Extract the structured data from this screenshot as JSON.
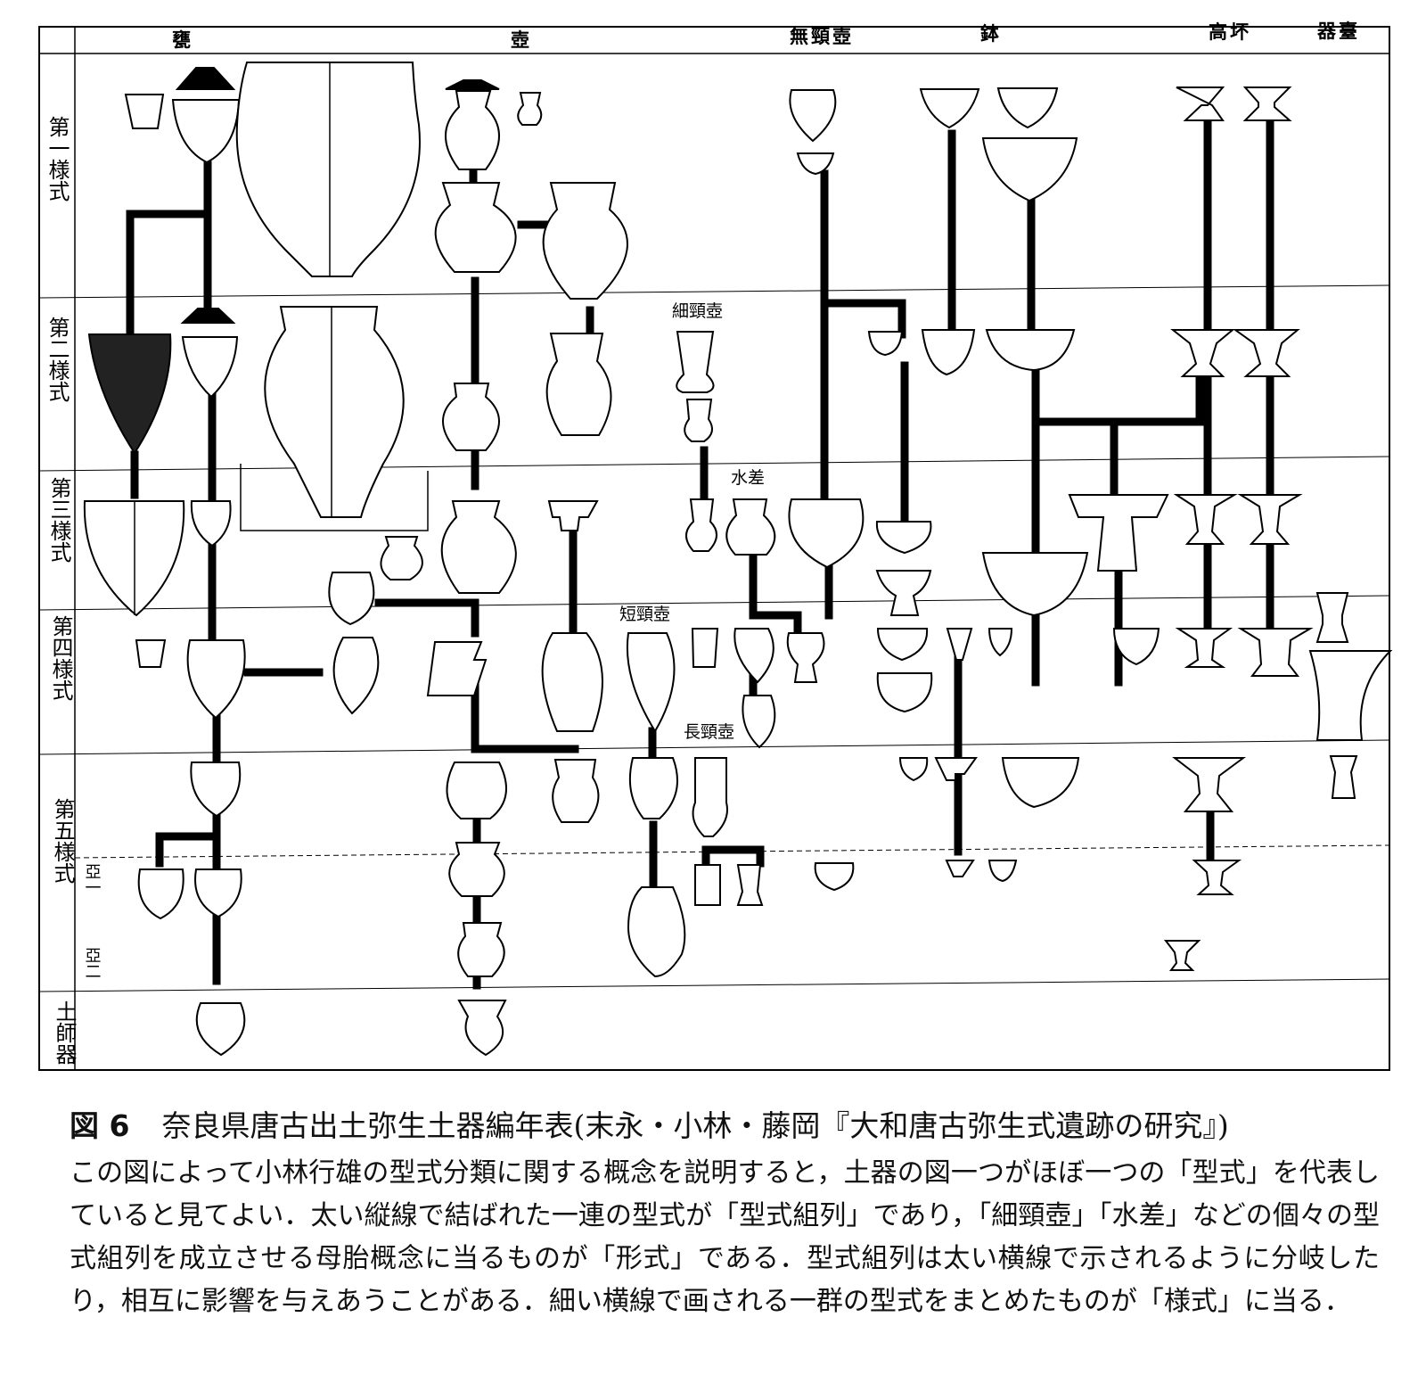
{
  "columns": [
    "甕",
    "壺",
    "無頸壺",
    "鉢",
    "高坏",
    "器臺"
  ],
  "rows": [
    {
      "label": "第一様式"
    },
    {
      "label": "第二様式"
    },
    {
      "label": "第三様式"
    },
    {
      "label": "第四様式"
    },
    {
      "label": "第五様式",
      "subs": [
        "亞一",
        "亞二"
      ]
    },
    {
      "label": "土師器"
    }
  ],
  "vessel_labels": [
    "細頸壺",
    "水差",
    "短頸壺",
    "長頸壺"
  ],
  "caption": {
    "figure_no": "図 6",
    "title": "奈良県唐古出土弥生土器編年表(末永・小林・藤岡『大和唐古弥生式遺跡の研究』)",
    "body": "この図によって小林行雄の型式分類に関する概念を説明すると，土器の図一つがほぼ一つの「型式」を代表していると見てよい．太い縦線で結ばれた一連の型式が「型式組列」であり，「細頸壺」「水差」などの個々の型式組列を成立させる母胎概念に当るものが「形式」である．型式組列は太い横線で示されるように分岐したり，相互に影響を与えあうことがある．細い横線で画される一群の型式をまとめたものが「様式」に当る．"
  }
}
